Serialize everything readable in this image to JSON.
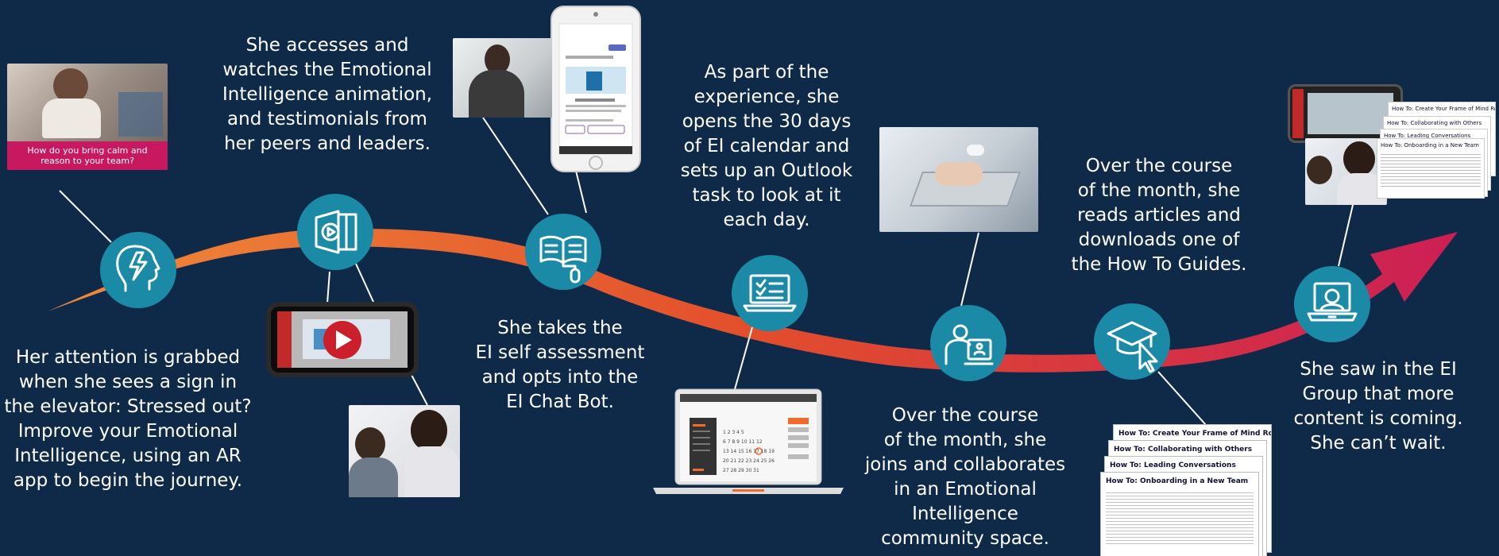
{
  "colors": {
    "background": "#0f2a48",
    "node": "#1a8aa6",
    "path_start": "#f08a3a",
    "path_mid": "#e24e2c",
    "path_end": "#cc1f55",
    "sign_banner": "#c8185f",
    "play_button": "#cc1f2c"
  },
  "steps": [
    {
      "icon": "head-lightning-icon",
      "caption": "Her attention is grabbed\nwhen she sees a sign in\nthe elevator: Stressed out?\nImprove your Emotional\nIntelligence, using an AR\napp to begin the journey."
    },
    {
      "icon": "video-player-icon",
      "caption": "She accesses and\nwatches the Emotional\nIntelligence animation,\nand testimonials from\nher peers and leaders."
    },
    {
      "icon": "open-book-mouse-icon",
      "caption": "She takes the\nEI self assessment\nand opts into the\nEI Chat Bot."
    },
    {
      "icon": "laptop-checklist-icon",
      "caption": "As part of the\nexperience, she\nopens the 30 days\nof EI calendar and\nsets up an Outlook\ntask to look at it\neach day."
    },
    {
      "icon": "person-presentation-icon",
      "caption": "Over the course\nof the month, she\njoins and collaborates\nin an Emotional\nIntelligence\ncommunity space."
    },
    {
      "icon": "graduation-cap-cursor-icon",
      "caption": "Over the course\nof the month, she\nreads articles and\ndownloads one of\nthe How To Guides."
    },
    {
      "icon": "laptop-user-icon",
      "caption": "She saw in the EI\nGroup that more\ncontent is coming.\nShe can’t wait."
    }
  ],
  "sign_text": "How do you bring calm and\nreason to your team?",
  "guides": [
    "How To: Create Your Frame of Mind Routine",
    "How To: Collaborating with Others",
    "How To: Leading Conversations",
    "How To: Onboarding in a New Team"
  ],
  "right_guides": [
    "How To: Create Your Frame of Mind Routine",
    "How To: Collaborating with Others",
    "How To: Leading Conversations",
    "How To: Onboarding in a New Team"
  ]
}
